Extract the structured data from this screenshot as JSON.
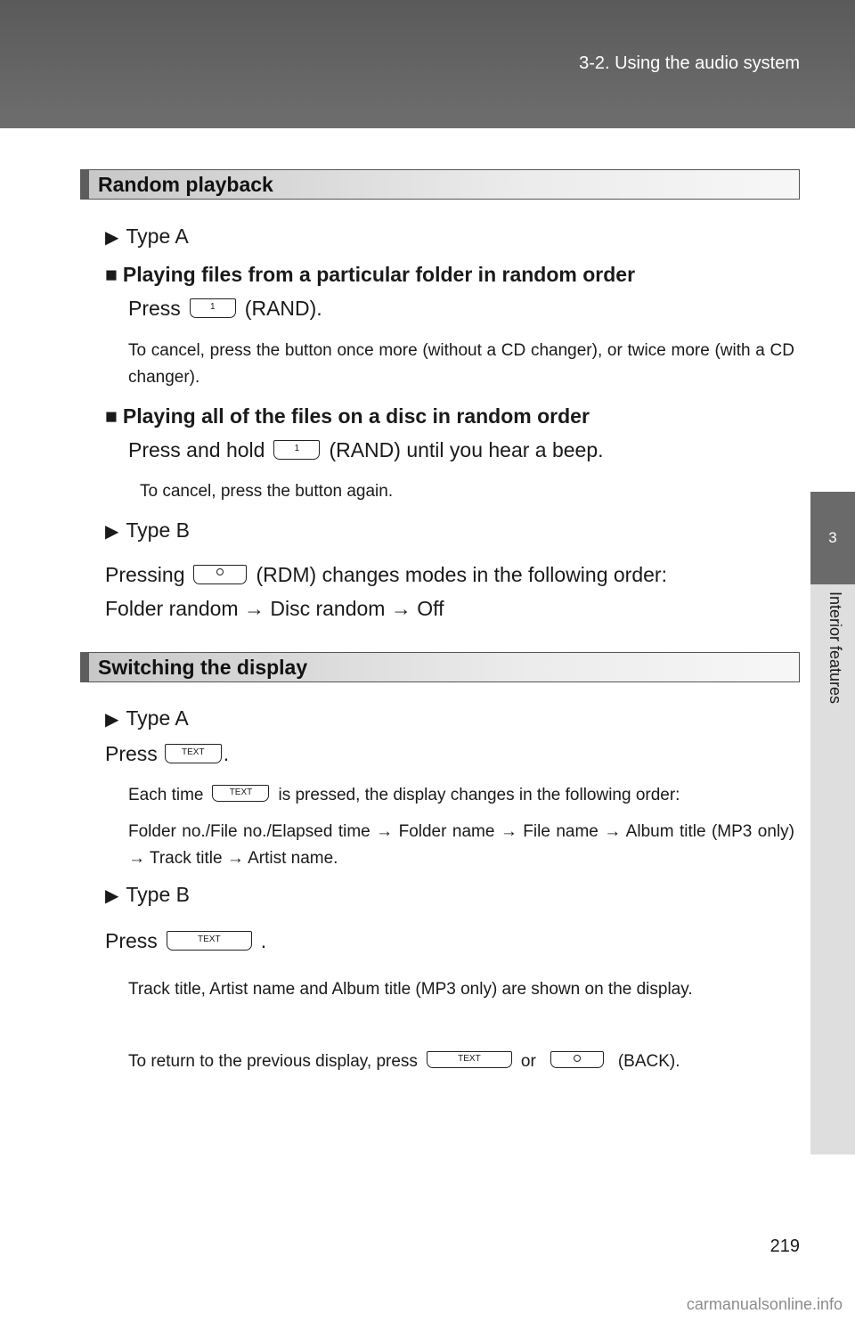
{
  "header": {
    "title": "3-2. Using the audio system"
  },
  "side_tab": {
    "number": "3",
    "label": "Interior features"
  },
  "random": {
    "title": "Random playback",
    "type_a": "Type A",
    "folder_heading": "Playing files from a particular folder in random order",
    "press": "Press",
    "button_1": "1",
    "rand": "(RAND).",
    "cancel_folder": "To cancel, press the button once more (without a CD changer), or twice more (with a CD changer).",
    "all_heading": "Playing all of the files on a disc in random order",
    "press_hold": "Press and hold",
    "rand_hold": "(RAND) until you hear a beep.",
    "cancel_all": "To cancel, press the button again.",
    "type_b": "Type B",
    "pressing": "Pressing",
    "rdm_text": "(RDM) changes modes in the following order:",
    "order": "Folder random → Disc random → Off"
  },
  "display": {
    "title": "Switching the display",
    "type_a": "Type A",
    "press": "Press",
    "text_btn": "TEXT",
    "period": ".",
    "each_time": "Each time",
    "each_time_rest": "is pressed, the display changes in the following order:",
    "order": "Folder no./File no./Elapsed time → Folder name → File name → Album title (MP3 only) → Track title → Artist name.",
    "type_b": "Type B",
    "press_b": "Press",
    "track_info": "Track title, Artist name and Album title (MP3 only) are shown on the display.",
    "return_pre": "To return to the previous display, press",
    "or": "or",
    "back": "(BACK)."
  },
  "page_number": "219",
  "watermark": "carmanualsonline.info",
  "colors": {
    "header_bg": "#636363",
    "section_bar_accent": "#5d5d5d",
    "side_strip": "#dedede"
  },
  "icons": {
    "bullet": "triangle-right-icon",
    "heading_marker": "square-icon"
  }
}
